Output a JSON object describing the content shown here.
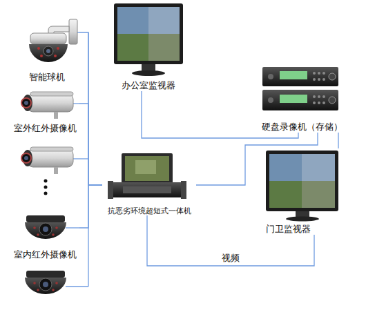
{
  "diagram": {
    "nodes": [
      {
        "text": [
          "智能球机"
        ]
      },
      {
        "text": [
          "室外红外摄像机"
        ]
      },
      {
        "text": [
          "室内红外摄像机"
        ]
      },
      {
        "text": [
          "办公室监视器"
        ]
      },
      {
        "text": [
          "硬盘录像机（存储）"
        ]
      },
      {
        "text": [
          "抗恶劣环境超短式一体机"
        ]
      },
      {
        "text": [
          "门卫监视器"
        ]
      }
    ],
    "edges": [
      {
        "from": 0,
        "to": 5,
        "arrow": "none"
      },
      {
        "from": 1,
        "to": 5,
        "arrow": "none"
      },
      {
        "from": 2,
        "to": 5,
        "arrow": "none"
      },
      {
        "from": 3,
        "to": 4,
        "arrow": "none"
      },
      {
        "from": 5,
        "to": 4,
        "arrow": "none"
      },
      {
        "from": 4,
        "to": 6,
        "arrow": "none"
      },
      {
        "from": 5,
        "to": 6,
        "label": "视频",
        "arrow": "none"
      }
    ]
  }
}
